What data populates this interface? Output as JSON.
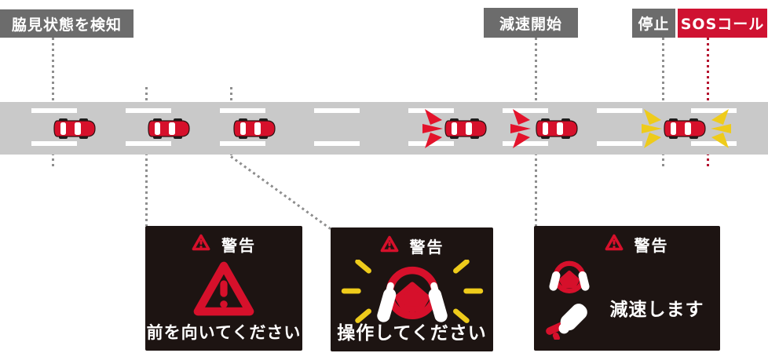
{
  "stage_labels": [
    {
      "id": "lookaway-detected",
      "text": "脇見状態を検知",
      "style": "gray"
    },
    {
      "id": "deceleration-start",
      "text": "減速開始",
      "style": "gray"
    },
    {
      "id": "stop",
      "text": "停止",
      "style": "gray"
    },
    {
      "id": "sos-call",
      "text": "SOSコール",
      "style": "red"
    }
  ],
  "warning_panels": [
    {
      "id": "face-forward",
      "header": "警告",
      "message": "前を向いてください",
      "icon": "warning-triangle-large"
    },
    {
      "id": "take-control",
      "header": "警告",
      "message": "操作してください",
      "icon": "steering-wheel-with-hands-flashing"
    },
    {
      "id": "decelerating",
      "header": "警告",
      "message": "減速します",
      "icons": [
        "steering-wheel-with-hands",
        "brake-pedal-foot"
      ]
    }
  ],
  "road": {
    "cars": [
      {
        "id": "car-1",
        "flash": "none"
      },
      {
        "id": "car-2",
        "flash": "none"
      },
      {
        "id": "car-3",
        "flash": "none"
      },
      {
        "id": "car-4",
        "flash": "brake-flash-red"
      },
      {
        "id": "car-5",
        "flash": "brake-flash-red"
      },
      {
        "id": "car-6",
        "flash": "hazard-flash-yellow-both-sides"
      }
    ]
  },
  "colors": {
    "accent_red": "#d6102b",
    "sos_label_red": "#cf1231",
    "label_gray": "#6c6c6c",
    "road_gray": "#c9c9c9",
    "panel_bg": "#1d1412",
    "hazard_yellow": "#eecb1b",
    "dotted_gray": "#8f8f8f",
    "dotted_red": "#b5112e"
  }
}
